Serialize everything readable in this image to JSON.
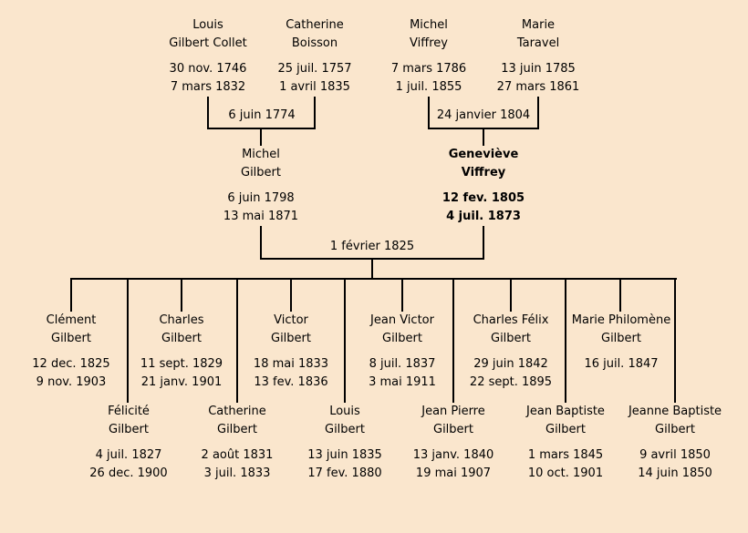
{
  "colors": {
    "background": "#FAE6CD",
    "line": "#000000",
    "text": "#000000"
  },
  "generation1": [
    {
      "name": "Louis\nGilbert Collet",
      "dates": "30 nov. 1746\n7 mars 1832"
    },
    {
      "name": "Catherine\nBoisson",
      "dates": "25 juil. 1757\n1 avril 1835"
    },
    {
      "name": "Michel\nViffrey",
      "dates": "7 mars 1786\n1 juil. 1855"
    },
    {
      "name": "Marie\nTaravel",
      "dates": "13 juin 1785\n27 mars 1861"
    }
  ],
  "marriages": [
    {
      "date": "6 juin 1774"
    },
    {
      "date": "24 janvier 1804"
    },
    {
      "date": "1 février 1825"
    }
  ],
  "generation2": [
    {
      "name": "Michel\nGilbert",
      "dates": "6 juin 1798\n13 mai 1871"
    },
    {
      "name": "Geneviève\nViffrey",
      "dates": "12 fev. 1805\n4 juil. 1873"
    }
  ],
  "children_upper": [
    {
      "name": "Clément\nGilbert",
      "dates": "12 dec. 1825\n9 nov. 1903"
    },
    {
      "name": "Charles\nGilbert",
      "dates": "11 sept. 1829\n21 janv. 1901"
    },
    {
      "name": "Victor\nGilbert",
      "dates": "18 mai 1833\n13 fev. 1836"
    },
    {
      "name": "Jean Victor\nGilbert",
      "dates": "8 juil. 1837\n3 mai 1911"
    },
    {
      "name": "Charles Félix\nGilbert",
      "dates": "29 juin 1842\n22 sept. 1895"
    },
    {
      "name": "Marie Philomène\nGilbert",
      "dates": "16 juil. 1847"
    }
  ],
  "children_lower": [
    {
      "name": "Félicité\nGilbert",
      "dates": "4 juil. 1827\n26 dec. 1900"
    },
    {
      "name": "Catherine\nGilbert",
      "dates": "2 août 1831\n3 juil. 1833"
    },
    {
      "name": "Louis\nGilbert",
      "dates": "13 juin 1835\n17 fev. 1880"
    },
    {
      "name": "Jean Pierre\nGilbert",
      "dates": "13 janv. 1840\n19 mai 1907"
    },
    {
      "name": "Jean Baptiste\nGilbert",
      "dates": "1 mars 1845\n10 oct. 1901"
    },
    {
      "name": "Jeanne Baptiste\nGilbert",
      "dates": "9 avril 1850\n14 juin 1850"
    }
  ]
}
